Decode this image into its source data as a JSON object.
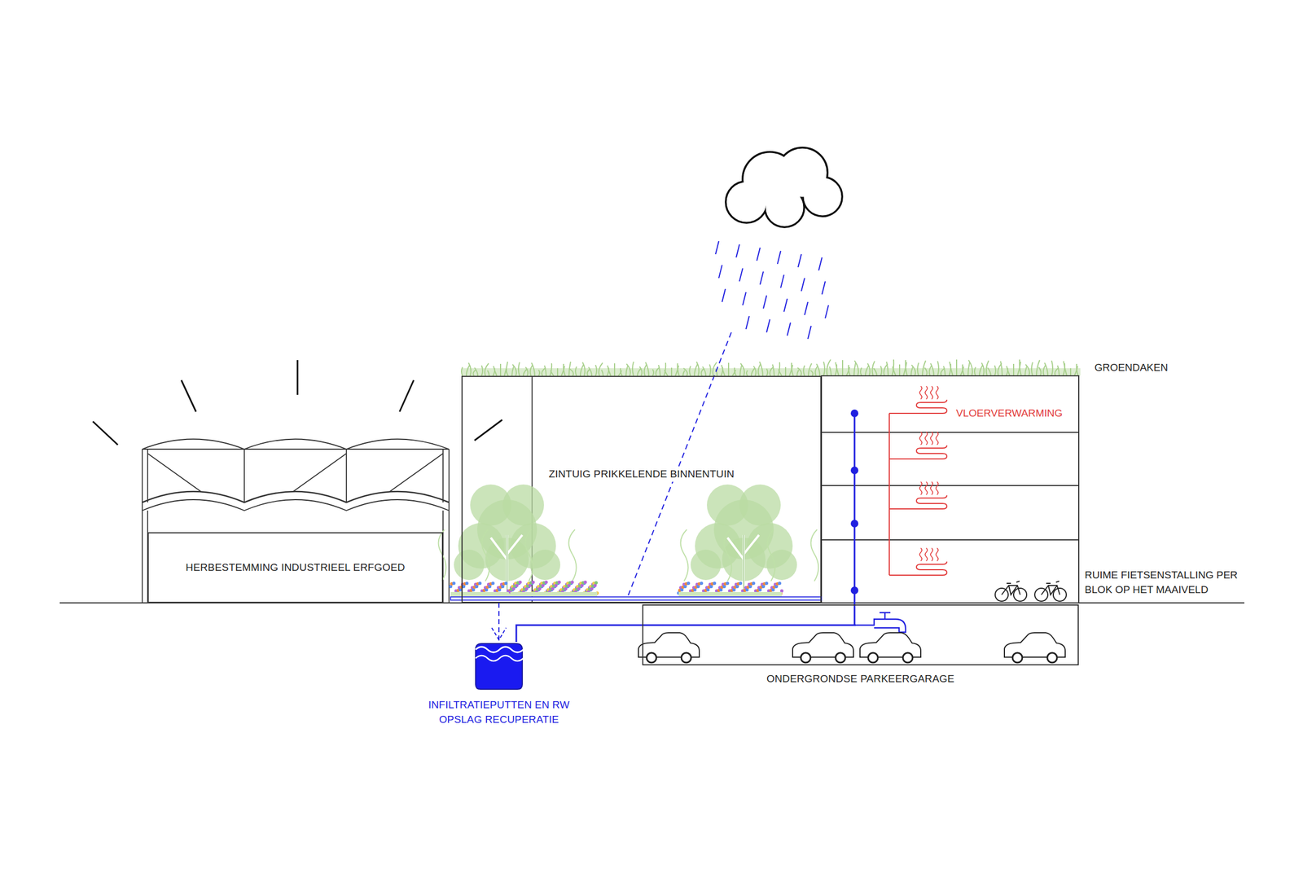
{
  "diagram": {
    "nodes": [
      {
        "text": [
          "HERBESTEMMING INDUSTRIEEL ERFGOED"
        ]
      },
      {
        "text": [
          "ZINTUIG PRIKKELENDE BINNENTUIN"
        ]
      },
      {
        "text": [
          "ONDERGRONDSE PARKEERGARAGE"
        ]
      },
      {
        "text": [
          "INFILTRATIEPUTTEN EN RW OPSLAG RECUPERATIE"
        ]
      }
    ],
    "edges": [
      {
        "from": 1,
        "to": 3,
        "arrow": "to"
      },
      {
        "from": 3,
        "to": 2,
        "arrow": "none"
      }
    ],
    "labels": [
      "GROENDAKEN",
      "VLOERVERWARMING",
      "RUIME FIETSENSTALLING PER BLOK OP HET MAAIVELD"
    ]
  }
}
